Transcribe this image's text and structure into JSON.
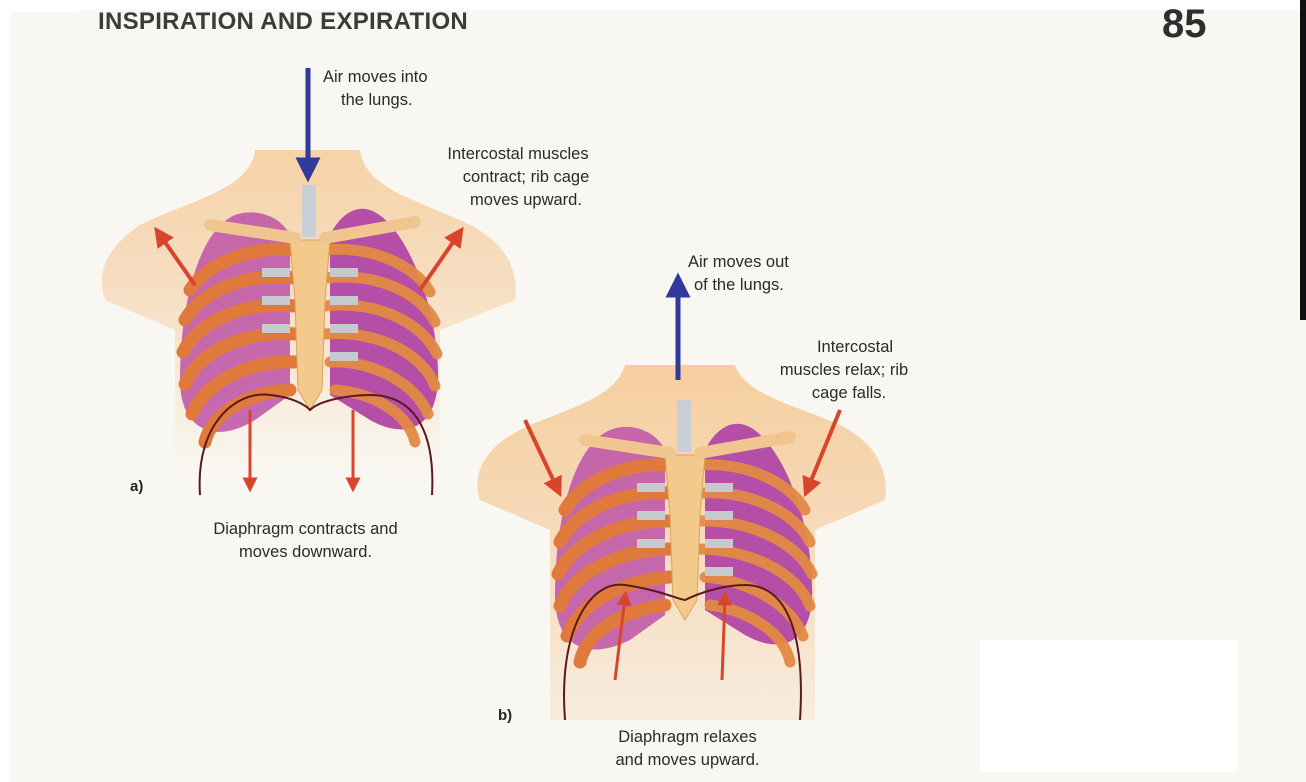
{
  "header": {
    "title": "INSPIRATION AND EXPIRATION",
    "page_number": "85"
  },
  "panel_a": {
    "tag": "a)",
    "air_label": [
      "Air moves into",
      "the lungs."
    ],
    "muscle_label": [
      "Intercostal muscles",
      "contract; rib cage",
      "moves upward."
    ],
    "diaphragm_label": [
      "Diaphragm contracts and",
      "moves downward."
    ]
  },
  "panel_b": {
    "tag": "b)",
    "air_label": [
      "Air moves out",
      "of the lungs."
    ],
    "muscle_label": [
      "Intercostal",
      "muscles relax; rib",
      "cage falls."
    ],
    "diaphragm_label": [
      "Diaphragm relaxes",
      "and moves upward."
    ]
  },
  "colors": {
    "skin": "#f3c28e",
    "muscle": "#e07a3c",
    "lung": "#b54ea6",
    "rib_cartilage": "#bfc3c8",
    "air_arrow": "#2f3a9a",
    "movement_arrow": "#d9452c",
    "diaphragm_line": "#5a1a1a"
  }
}
